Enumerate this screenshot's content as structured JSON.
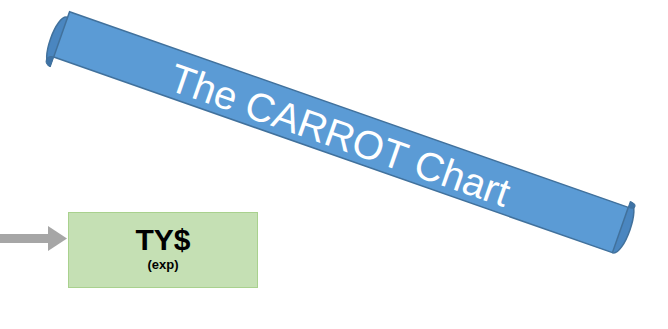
{
  "diagram": {
    "nodes": [
      {
        "text": [
          "The CARROT Chart"
        ]
      },
      {
        "text": [
          "TY$",
          "(exp)"
        ]
      }
    ]
  }
}
